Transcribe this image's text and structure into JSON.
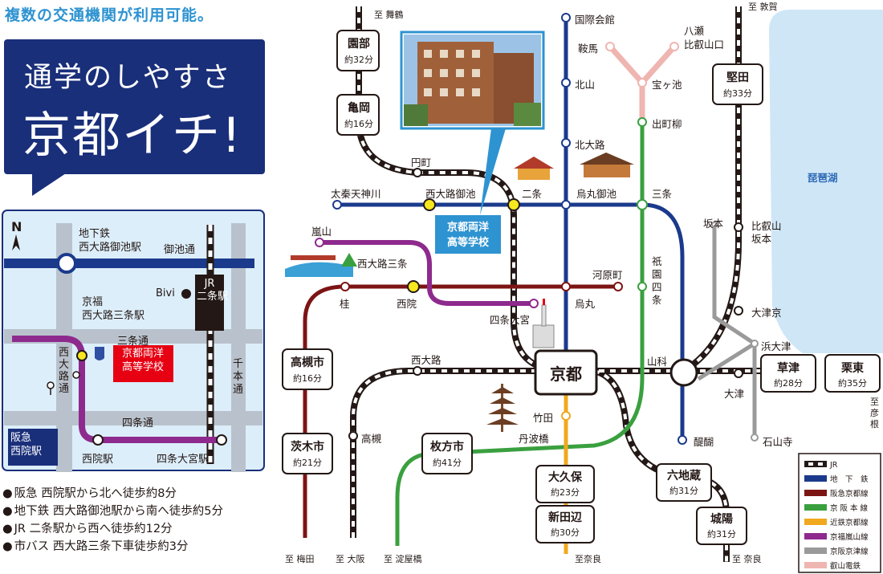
{
  "tagline": "複数の交通機関が利用可能。",
  "headline": {
    "line1": "通学のしやすさ",
    "line2": "京都イチ!"
  },
  "colors": {
    "navy": "#1a2f7a",
    "subway": "#1b3a8c",
    "hankyu": "#7d1414",
    "keihan": "#3aa03f",
    "kintetsu": "#f0a81e",
    "randen": "#8e2a8e",
    "keishin": "#9a9a9a",
    "eizan": "#efb5b0",
    "lake": "#cfe6f7",
    "mapbg": "#dceefa",
    "accent": "#e60012",
    "tagblue": "#2e93d1"
  },
  "local_map": {
    "north": "N",
    "subway_station": "地下鉄\n西大路御池駅",
    "oike": "御池通",
    "jr_label": "JR\n二条駅",
    "bivi": "Bivi",
    "keifuku_station": "京福\n西大路三条駅",
    "sanjo": "三条通",
    "nishioji": "西\n大\n路\n通",
    "school": "京都両洋\n高等学校",
    "senbon": "千\n本\n通",
    "shijo": "四条通",
    "hankyu_station": "阪急\n西院駅",
    "sai_station": "西院駅",
    "shijo_omiya": "四条大宮駅"
  },
  "access": [
    "阪急 西院駅から北へ徒歩約8分",
    "地下鉄 西大路御池駅から南へ徒歩約5分",
    "JR 二条駅から西へ徒歩約12分",
    "市バス 西大路三条下車徒歩約3分"
  ],
  "stations": {
    "maizuru": "至 舞鶴",
    "sonobe": "園部",
    "sonobe_t": "約32分",
    "kameoka": "亀岡",
    "kameoka_t": "約16分",
    "emmachi": "円町",
    "uzumasa": "太秦天神川",
    "nishiojioike": "西大路御池",
    "nijo": "二条",
    "karasumaoike": "烏丸御池",
    "sanjo": "三条",
    "kokusai": "国際会館",
    "kitayama": "北山",
    "kitaoji": "北大路",
    "kurama": "鞍馬",
    "yase": "八瀬\n比叡山口",
    "takaragaike": "宝ヶ池",
    "demachi": "出町柳",
    "arashiyama": "嵐山",
    "nishiojisanjo": "西大路三条",
    "shijoomiya": "四条大宮",
    "katsura": "桂",
    "sai": "西院",
    "karasuma": "烏丸",
    "kawaramachi": "河原町",
    "gion": "祇\n園\n四\n条",
    "takatsuki": "高槻市",
    "takatsuki_t": "約16分",
    "ibaraki": "茨木市",
    "ibaraki_t": "約21分",
    "nishioji": "西大路",
    "kyoto": "京都",
    "yamashina": "山科",
    "takatsuki2": "高槻",
    "hirakata": "枚方市",
    "hirakata_t": "約41分",
    "takeda": "竹田",
    "tambabashi": "丹波橋",
    "okubo": "大久保",
    "okubo_t": "約23分",
    "shintanabe": "新田辺",
    "shintanabe_t": "約30分",
    "daigo": "醍醐",
    "rokujizo": "六地蔵",
    "rokujizo_t": "約31分",
    "joyo": "城陽",
    "joyo_t": "約31分",
    "umeda": "至 梅田",
    "osaka": "至 大阪",
    "yodoyabashi": "至 淀屋橋",
    "nara": "至奈良",
    "nara2": "至 奈良",
    "tsuruga": "至 敦賀",
    "katata": "堅田",
    "katata_t": "約33分",
    "biwako": "琵琶湖",
    "sakamoto": "坂本",
    "hieizan": "比叡山\n坂本",
    "otsukyo": "大津京",
    "hamaotsu": "浜大津",
    "otsu": "大津",
    "kusatsu": "草津",
    "kusatsu_t": "約28分",
    "rittou": "栗東",
    "rittou_t": "約35分",
    "hikone": "至\n彦\n根",
    "ishiyamadera": "石山寺",
    "school": "京都両洋\n高等学校"
  },
  "legend": [
    {
      "label": "JR",
      "style": "jr"
    },
    {
      "label": "地　下　鉄",
      "color": "#1b3a8c"
    },
    {
      "label": "阪急京都線",
      "color": "#7d1414"
    },
    {
      "label": "京 阪 本 線",
      "color": "#3aa03f"
    },
    {
      "label": "近鉄京都線",
      "color": "#f0a81e"
    },
    {
      "label": "京福嵐山線",
      "color": "#8e2a8e"
    },
    {
      "label": "京阪京津線",
      "color": "#9a9a9a"
    },
    {
      "label": "叡山電鉄",
      "color": "#efb5b0"
    }
  ]
}
